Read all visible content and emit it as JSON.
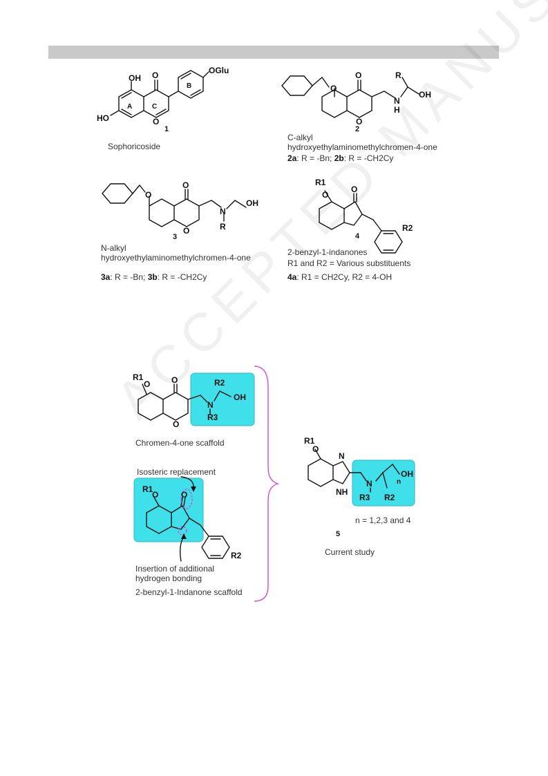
{
  "watermark": "ACCEPTED MANUSCRIPT",
  "c1": {
    "name": "Sophoricoside",
    "num": "1"
  },
  "c2": {
    "num": "2",
    "line1": "C-alkyl",
    "line2": "hydroxyethylaminomethylchromen-4-one",
    "vA": "2a",
    "vAt": ": R = -Bn; ",
    "vB": "2b",
    "vBt": ": R = -CH2Cy"
  },
  "c3": {
    "num": "3",
    "line1": "N-alkyl",
    "line2": "hydroxyethylaminomethylchromen-4-one",
    "vA": "3a",
    "vAt": ": R = -Bn; ",
    "vB": "3b",
    "vBt": ": R = -CH2Cy"
  },
  "c4": {
    "num": "4",
    "line1": "2-benzyl-1-indanones",
    "line2": "R1 and R2 = Various substituents",
    "v": "4a",
    "vt": ": R1 = CH2Cy, R2 = 4-OH"
  },
  "s1": {
    "caption": "Chromen-4-one scaffold"
  },
  "s2": {
    "caption": "2-benzyl-1-Indanone scaffold",
    "note1": "Isosteric replacement",
    "note2a": "Insertion of additional",
    "note2b": "hydrogen bonding"
  },
  "c5": {
    "num": "5",
    "n": "n = 1,2,3 and 4",
    "caption": "Current study"
  },
  "atoms": {
    "OH": "OH",
    "O": "O",
    "OGlu": "OGlu",
    "HO": "HO",
    "R": "R",
    "N": "N",
    "H": "H",
    "NH": "NH",
    "A": "A",
    "B": "B",
    "C": "C",
    "R1": "R1",
    "R2": "R2",
    "R3": "R3",
    "n": "n"
  },
  "colors": {
    "highlight": "#3fe0ea",
    "brace": "#d64bd6"
  }
}
